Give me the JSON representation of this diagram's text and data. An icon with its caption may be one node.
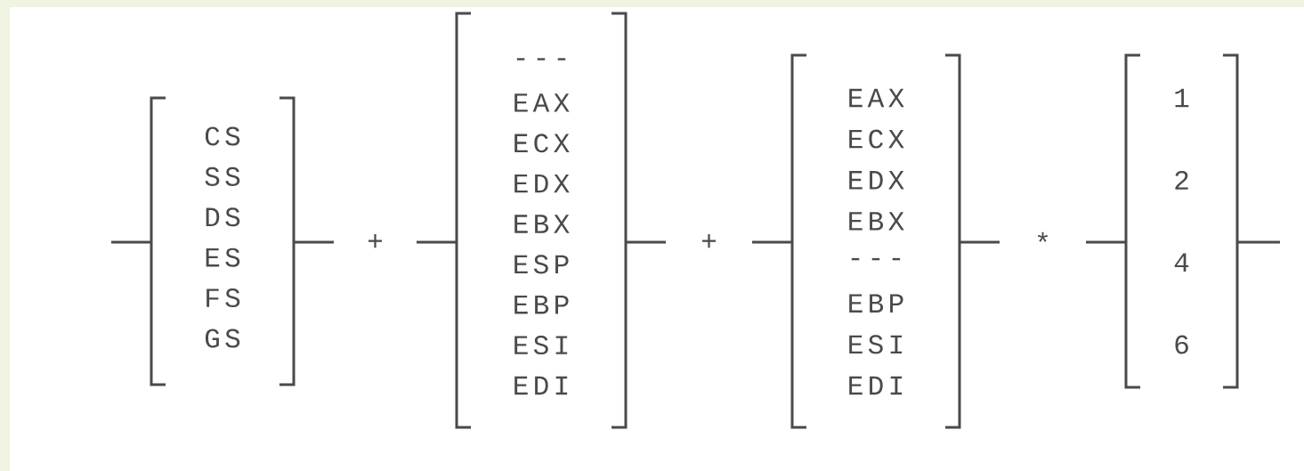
{
  "diagram": {
    "nodes": [
      {
        "text": [
          "CS",
          "SS",
          "DS",
          "ES",
          "FS",
          "GS"
        ]
      },
      {
        "text": [
          "---",
          "EAX",
          "ECX",
          "EDX",
          "EBX",
          "ESP",
          "EBP",
          "ESI",
          "EDI"
        ]
      },
      {
        "text": [
          "EAX",
          "ECX",
          "EDX",
          "EBX",
          "---",
          "EBP",
          "ESI",
          "EDI"
        ]
      },
      {
        "text": [
          "1",
          "2",
          "4",
          "6"
        ]
      }
    ],
    "edges": [
      {
        "from": null,
        "to": 0,
        "arrow": "none"
      },
      {
        "from": 0,
        "to": 1,
        "arrow": "none",
        "label": "+"
      },
      {
        "from": 1,
        "to": 2,
        "arrow": "none",
        "label": "+"
      },
      {
        "from": 2,
        "to": 3,
        "arrow": "none",
        "label": "*"
      },
      {
        "from": 3,
        "to": null,
        "arrow": "none"
      }
    ]
  }
}
